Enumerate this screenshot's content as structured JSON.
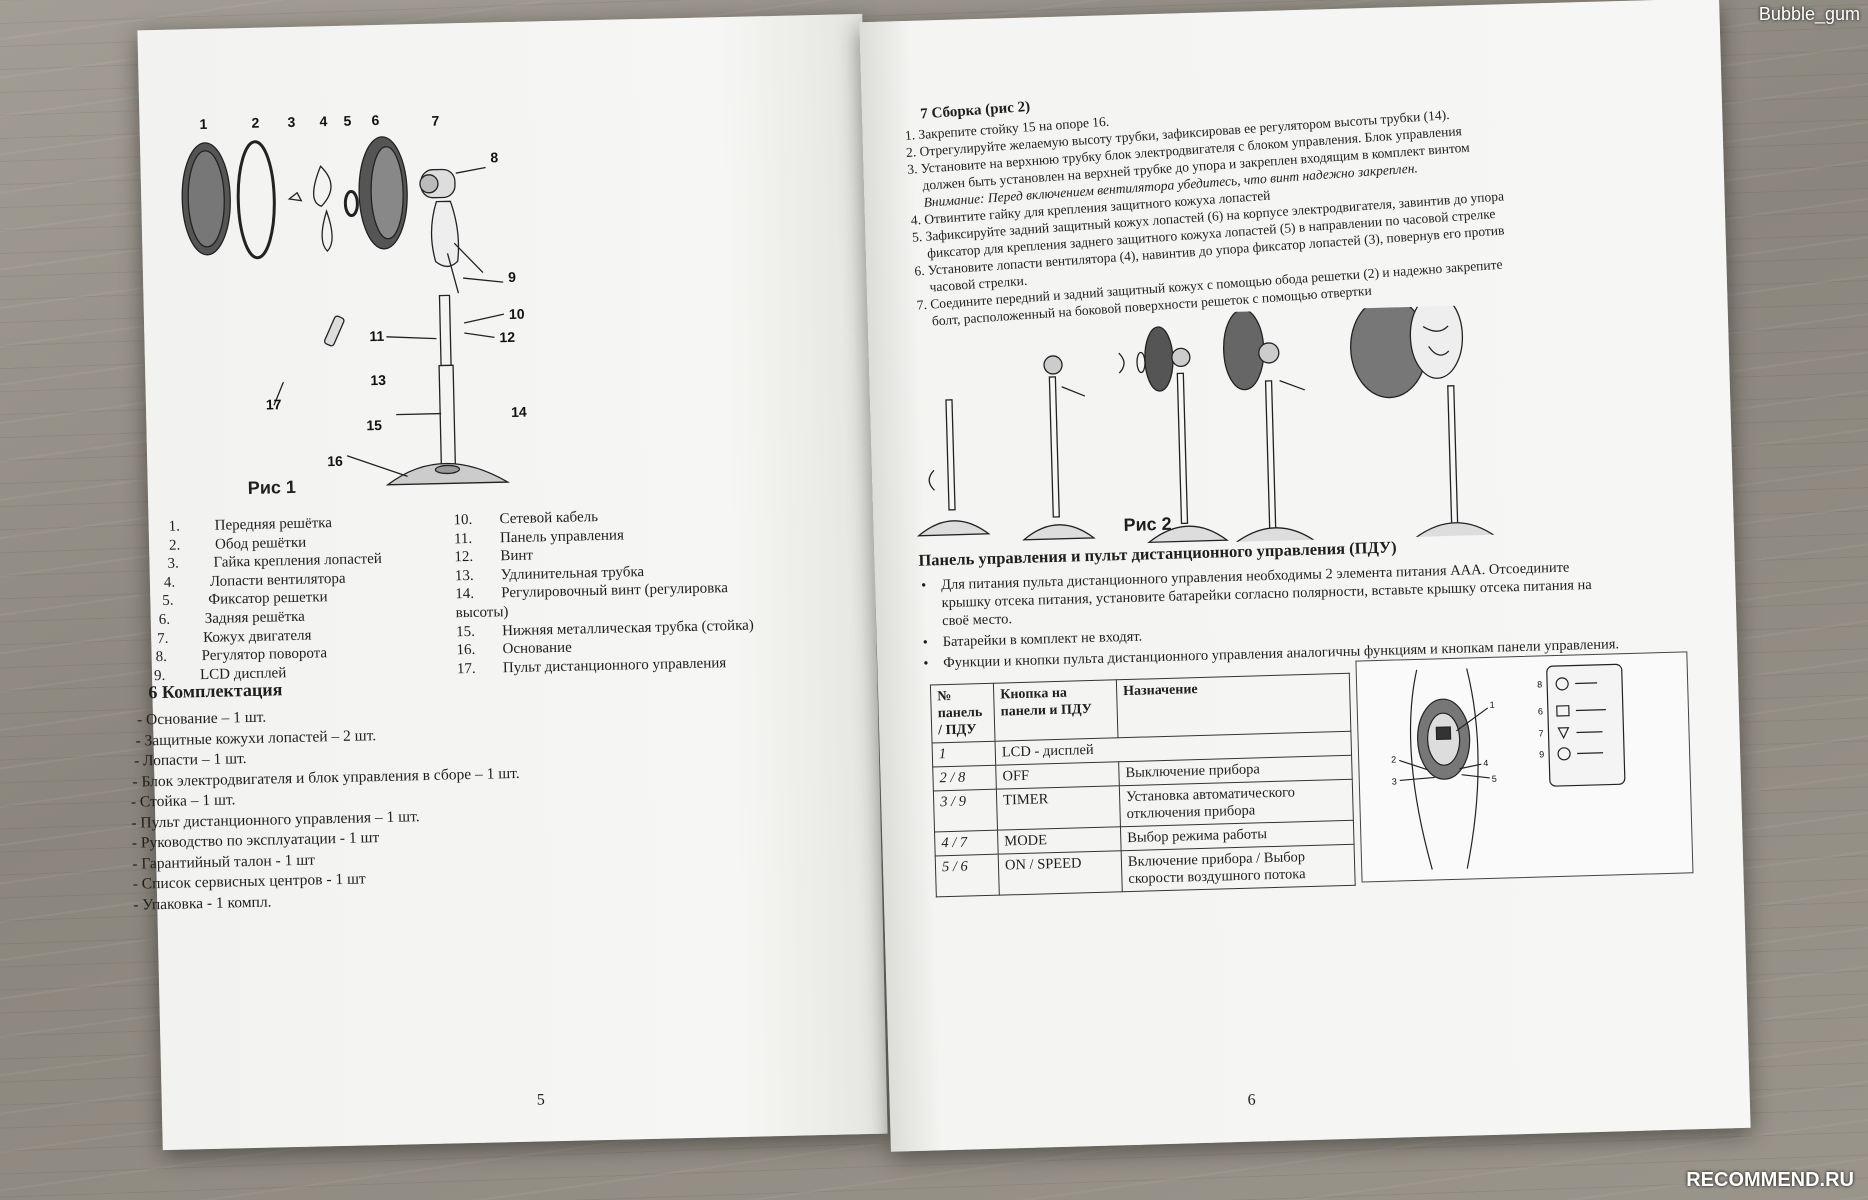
{
  "left_page": {
    "figure": {
      "caption": "Рис 1",
      "callouts": [
        "1",
        "2",
        "3",
        "4",
        "5",
        "6",
        "7",
        "8",
        "9",
        "10",
        "11",
        "12",
        "13",
        "14",
        "15",
        "16",
        "17"
      ]
    },
    "parts": [
      {
        "n": "1.",
        "label": "Передняя решётка"
      },
      {
        "n": "2.",
        "label": "Обод решётки"
      },
      {
        "n": "3.",
        "label": "Гайка крепления лопастей"
      },
      {
        "n": "4.",
        "label": "Лопасти вентилятора"
      },
      {
        "n": "5.",
        "label": "Фиксатор решетки"
      },
      {
        "n": "6.",
        "label": "Задняя решётка"
      },
      {
        "n": "7.",
        "label": "Кожух двигателя"
      },
      {
        "n": "8.",
        "label": "Регулятор поворота"
      },
      {
        "n": "9.",
        "label": "LCD дисплей"
      },
      {
        "n": "10.",
        "label": "Сетевой кабель"
      },
      {
        "n": "11.",
        "label": "Панель управления"
      },
      {
        "n": "12.",
        "label": "Винт"
      },
      {
        "n": "13.",
        "label": "Удлинительная трубка"
      },
      {
        "n": "14.",
        "label": "Регулировочный винт (регулировка"
      },
      {
        "n": "",
        "label": "высоты)"
      },
      {
        "n": "15.",
        "label": "Нижняя металлическая трубка (стойка)"
      },
      {
        "n": "16.",
        "label": "Основание"
      },
      {
        "n": "17.",
        "label": "Пульт дистанционного управления"
      }
    ],
    "kit_title": "6   Комплектация",
    "kit": [
      "-   Основание – 1 шт.",
      "-   Защитные кожухи лопастей – 2 шт.",
      "-   Лопасти – 1 шт.",
      "-   Блок электродвигателя и блок управления в сборе – 1 шт.",
      "-   Стойка – 1 шт.",
      "-   Пульт дистанционного управления – 1 шт.",
      "-   Руководство по эксплуатации - 1 шт",
      "-   Гарантийный талон  - 1 шт",
      "-   Список сервисных центров  - 1 шт",
      "-   Упаковка - 1 компл."
    ],
    "page_number": "5"
  },
  "right_page": {
    "assembly_title": "7   Сборка (рис 2)",
    "steps": [
      "1. Закрепите стойку 15 на опоре 16.",
      "2. Отрегулируйте желаемую высоту трубки, зафиксировав ее регулятором высоты трубки (14).",
      "3. Установите на верхнюю трубку блок электродвигателя с блоком управления. Блок управления",
      "должен быть установлен на верхней трубке до упора и закреплен входящим в комплект винтом",
      "Внимание: Перед включением вентилятора убедитесь, что винт надежно закреплен.",
      "4. Отвинтите гайку для крепления защитного кожуха лопастей",
      "5. Зафиксируйте задний защитный кожух лопастей (6) на корпусе электродвигателя, завинтив до упора",
      "фиксатор для крепления заднего защитного кожуха лопастей (5) в направлении по часовой стрелке",
      "6. Установите лопасти вентилятора (4), навинтив до упора фиксатор лопастей (3), повернув его против",
      "часовой стрелки.",
      "7. Соедините передний и задний защитный кожух с помощью обода решетки (2) и надежно закрепите",
      "болт, расположенный на боковой поверхности решеток с помощью отвертки"
    ],
    "figure_caption": "Рис 2",
    "pdu_title": "Панель управления и пульт дистанционного управления (ПДУ)",
    "bullets": [
      "Для питания пульта дистанционного управления необходимы 2 элемента питания ААА. Отсоедините крышку отсека питания, установите батарейки согласно полярности, вставьте крышку отсека питания на своё место.",
      "Батарейки в комплект не входят.",
      "Функции и кнопки пульта дистанционного управления аналогичны функциям и кнопкам панели управления."
    ],
    "table": {
      "headers": [
        "№ панель / ПДУ",
        "Кнопка на панели и ПДУ",
        "Назначение"
      ],
      "rows": [
        {
          "num": "1",
          "button": "LCD - дисплей",
          "purpose": ""
        },
        {
          "num": "2 / 8",
          "button": "OFF",
          "purpose": "Выключение прибора"
        },
        {
          "num": "3 / 9",
          "button": "TIMER",
          "purpose": "Установка автоматического отключения прибора"
        },
        {
          "num": "4 / 7",
          "button": "MODE",
          "purpose": "Выбор режима работы"
        },
        {
          "num": "5 / 6",
          "button": "ON / SPEED",
          "purpose": "Включение прибора / Выбор скорости воздушного потока"
        }
      ]
    },
    "illustration_callouts": [
      "1",
      "2",
      "3",
      "4",
      "5",
      "6",
      "7",
      "8",
      "9"
    ],
    "page_number": "6"
  },
  "watermarks": {
    "top": "Bubble_gum",
    "bottom": "RECOMMEND.RU"
  }
}
